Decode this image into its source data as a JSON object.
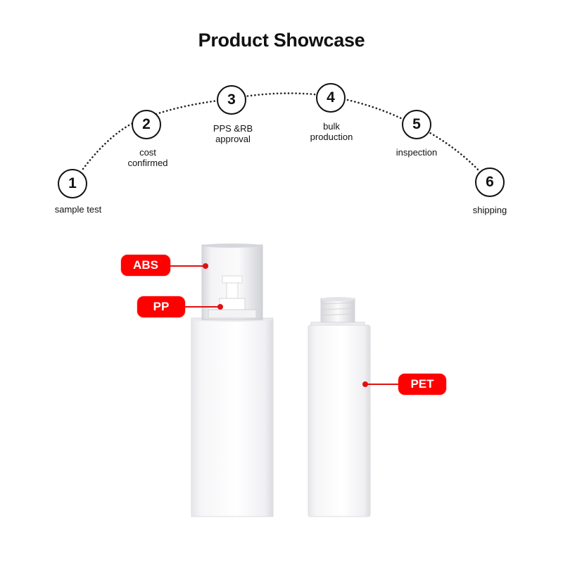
{
  "title": "Product Showcase",
  "steps": [
    {
      "number": "1",
      "label": "sample test"
    },
    {
      "number": "2",
      "label": "cost\nconfirmed"
    },
    {
      "number": "3",
      "label": "PPS &RB\napproval"
    },
    {
      "number": "4",
      "label": "bulk\nproduction"
    },
    {
      "number": "5",
      "label": "inspection"
    },
    {
      "number": "6",
      "label": "shipping"
    }
  ],
  "materials": {
    "abs": "ABS",
    "pp": "PP",
    "pet": "PET"
  },
  "colors": {
    "tag": "#ff0000",
    "text": "#111111",
    "bottle": "#f4f4f6"
  }
}
